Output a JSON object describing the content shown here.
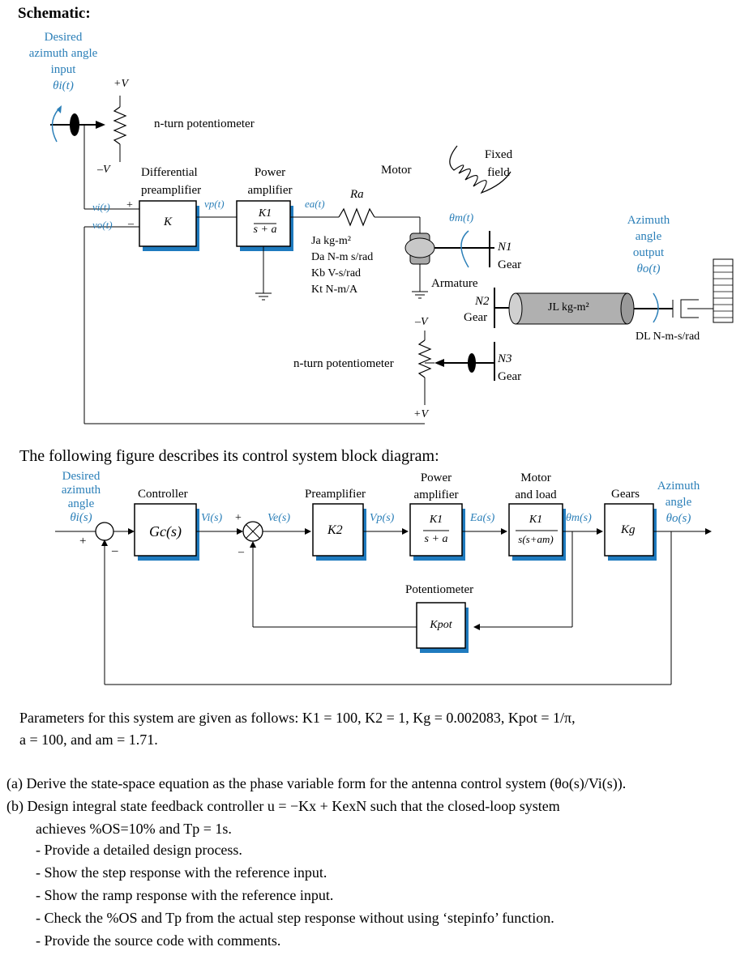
{
  "schematic": {
    "title": "Schematic:",
    "desired_input": [
      "Desired",
      "azimuth angle",
      "input",
      "θi(t)"
    ],
    "plus_v_top": "+V",
    "minus_v_top": "–V",
    "pot_top": "n-turn potentiometer",
    "diff_preamp": [
      "Differential",
      "preamplifier"
    ],
    "power_amp": [
      "Power",
      "amplifier"
    ],
    "motor": "Motor",
    "fixed_field": [
      "Fixed",
      "field"
    ],
    "vi": "vi(t)",
    "vo": "vo(t)",
    "plus": "+",
    "minus": "–",
    "k_block": "K",
    "vp": "vp(t)",
    "k1_num": "K1",
    "k1_den": "s + a",
    "ea": "ea(t)",
    "ra": "Ra",
    "theta_m": "θm(t)",
    "params": [
      "Ja  kg-m²",
      "Da  N-m s/rad",
      "Kb  V-s/rad",
      "Kt  N-m/A"
    ],
    "n1_gear": [
      "N1",
      "Gear"
    ],
    "armature": "Armature",
    "n2_gear": [
      "N2",
      "Gear"
    ],
    "jl": "JL  kg-m²",
    "az_output": [
      "Azimuth",
      "angle",
      "output",
      "θo(t)"
    ],
    "minus_v_bottom": "–V",
    "dl": "DL N-m-s/rad",
    "pot_bottom": "n-turn potentiometer",
    "n3_gear": [
      "N3",
      "Gear"
    ],
    "plus_v_bottom": "+V"
  },
  "block_heading": "The following figure describes its control system block diagram:",
  "block": {
    "desired": [
      "Desired",
      "azimuth",
      "angle",
      "θi(s)"
    ],
    "plus_sign": "+",
    "minus_sign": "–",
    "controller_label": "Controller",
    "gc": "Gc(s)",
    "vi": "Vi(s)",
    "ve": "Ve(s)",
    "preamp_label": "Preamplifier",
    "k2": "K2",
    "vp": "Vp(s)",
    "power_label": [
      "Power",
      "amplifier"
    ],
    "k1_num": "K1",
    "k1_den": "s + a",
    "ea": "Ea(s)",
    "motor_label": [
      "Motor",
      "and load"
    ],
    "motor_num": "K1",
    "motor_den": "s(s+am)",
    "theta_m": "θm(s)",
    "gears_label": "Gears",
    "kg": "Kg",
    "azimuth": [
      "Azimuth",
      "angle",
      "θo(s)"
    ],
    "pot_label": "Potentiometer",
    "kpot": "Kpot"
  },
  "params_text": {
    "line1": "Parameters for this system are given as follows: K1 = 100, K2 = 1, Kg = 0.002083, Kpot = 1/π,",
    "line2": "a = 100, and am = 1.71."
  },
  "questions": {
    "a": "(a)  Derive the state-space equation as the phase variable form for the antenna control system (θo(s)/Vi(s)).",
    "b1": "(b)  Design  integral  state  feedback  controller  u = −Kx + KexN  such  that  the  closed-loop  system",
    "b2": "achieves %OS=10% and Tp = 1s.",
    "bullets": [
      "- Provide a detailed design process.",
      "- Show the step response with the reference input.",
      "- Show the ramp response with the reference input.",
      "- Check the %OS and Tp from the actual step response without using ‘stepinfo’ function.",
      "- Provide the source code with comments."
    ]
  }
}
